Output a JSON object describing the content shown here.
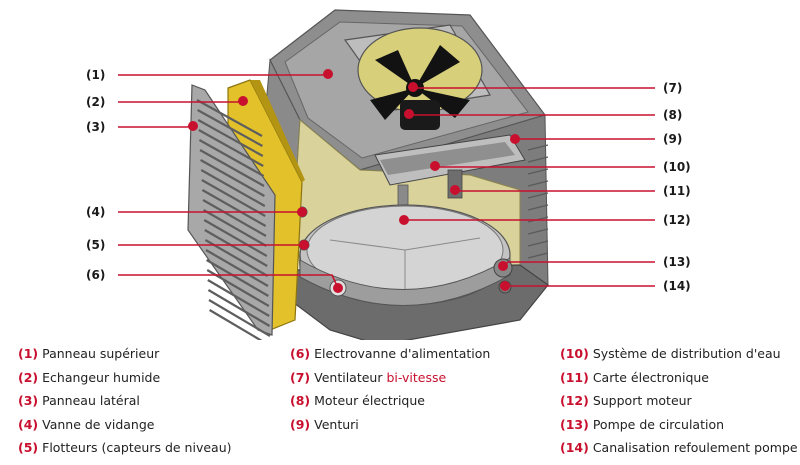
{
  "colors": {
    "accent": "#c8102e",
    "housing": "#9a9a9a",
    "housing_dark": "#6f6f6f",
    "pad": "#e2c12a",
    "pad_dark": "#b39413",
    "interior": "#e3dca0",
    "tank": "#b7b7b7",
    "fan": "#111111"
  },
  "callouts": [
    "(1)",
    "(2)",
    "(3)",
    "(4)",
    "(5)",
    "(6)",
    "(7)",
    "(8)",
    "(9)",
    "(10)",
    "(11)",
    "(12)",
    "(13)",
    "(14)"
  ],
  "legend": {
    "col1": [
      {
        "num": "(1)",
        "label": "Panneau supérieur"
      },
      {
        "num": "(2)",
        "label": "Echangeur humide"
      },
      {
        "num": "(3)",
        "label": "Panneau latéral"
      },
      {
        "num": "(4)",
        "label": "Vanne de vidange"
      },
      {
        "num": "(5)",
        "label": "Flotteurs (capteurs de niveau)"
      }
    ],
    "col2": [
      {
        "num": "(6)",
        "label": "Electrovanne d'alimentation"
      },
      {
        "num": "(7)",
        "label": "Ventilateur ",
        "label_accent": "bi-vitesse"
      },
      {
        "num": "(8)",
        "label": "Moteur électrique"
      },
      {
        "num": "(9)",
        "label": "Venturi"
      }
    ],
    "col3": [
      {
        "num": "(10)",
        "label": "Système de distribution d'eau"
      },
      {
        "num": "(11)",
        "label": "Carte électronique"
      },
      {
        "num": "(12)",
        "label": "Support moteur"
      },
      {
        "num": "(13)",
        "label": "Pompe de circulation"
      },
      {
        "num": "(14)",
        "label": "Canalisation refoulement pompe"
      }
    ]
  }
}
